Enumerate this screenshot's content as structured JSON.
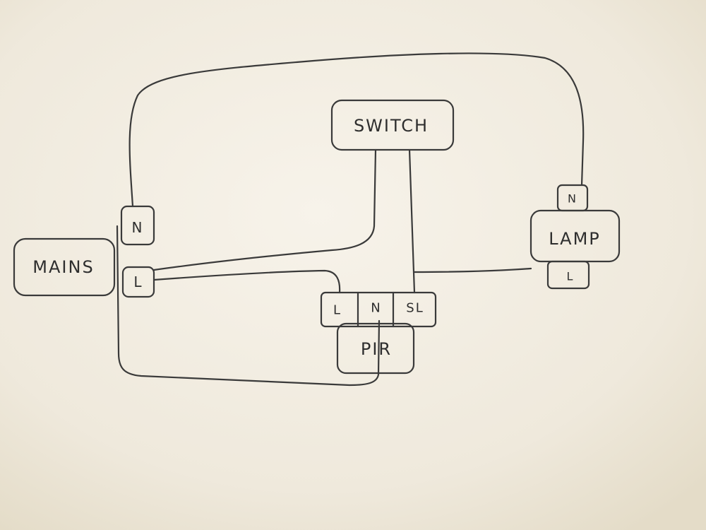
{
  "components": {
    "mains": {
      "label": "MAINS"
    },
    "switch": {
      "label": "SWITCH"
    },
    "lamp": {
      "label": "LAMP"
    },
    "pir": {
      "label": "PIR"
    }
  },
  "terminals": {
    "mains_n": "N",
    "mains_l": "L",
    "lamp_n": "N",
    "lamp_l": "L",
    "pir_l": "L",
    "pir_n": "N",
    "pir_sl": "SL"
  },
  "colors": {
    "paper": "#f3eee2",
    "ink": "#3a3a3a"
  }
}
